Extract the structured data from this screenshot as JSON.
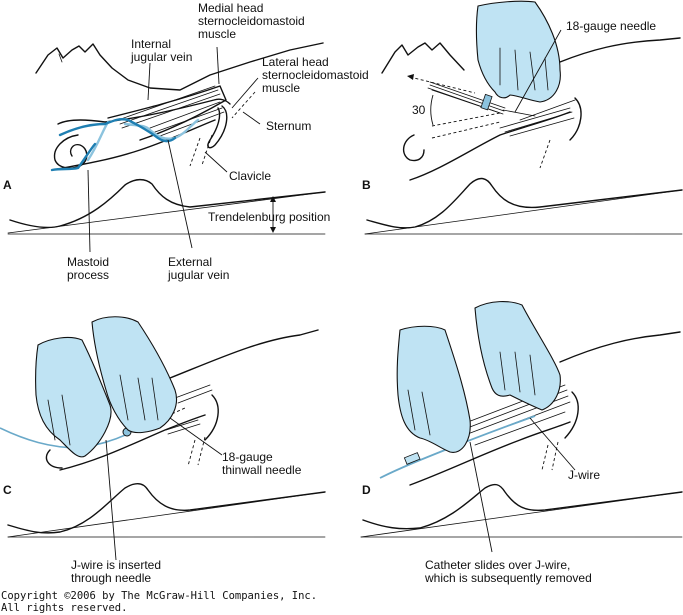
{
  "figure": {
    "colors": {
      "glove": "#bfe3f3",
      "vein_dark": "#1f7fb2",
      "vein_light": "#8cc3de",
      "ink": "#111111"
    },
    "panels": [
      {
        "letter": "A",
        "labels": {
          "medial_head": [
            "Medial head",
            "sternocleidomastoid",
            "muscle"
          ],
          "internal_jugular": [
            "Internal",
            "jugular vein"
          ],
          "lateral_head": [
            "Lateral head",
            "sternocleidomastoid",
            "muscle"
          ],
          "sternum": "Sternum",
          "clavicle": "Clavicle",
          "trendelenburg": "Trendelenburg position",
          "mastoid": [
            "Mastoid",
            "process"
          ],
          "external_jugular": [
            "External",
            "jugular vein"
          ]
        }
      },
      {
        "letter": "B",
        "labels": {
          "needle": "18-gauge needle",
          "angle": "30"
        }
      },
      {
        "letter": "C",
        "labels": {
          "needle": [
            "18-gauge",
            "thinwall needle"
          ],
          "jwire": [
            "J-wire is inserted",
            "through needle"
          ]
        }
      },
      {
        "letter": "D",
        "labels": {
          "jwire": "J-wire",
          "catheter": [
            "Catheter slides over J-wire,",
            "which is subsequently removed"
          ]
        }
      }
    ],
    "copyright": [
      "Copyright ©2006 by The McGraw-Hill Companies, Inc.",
      "All rights reserved."
    ]
  }
}
